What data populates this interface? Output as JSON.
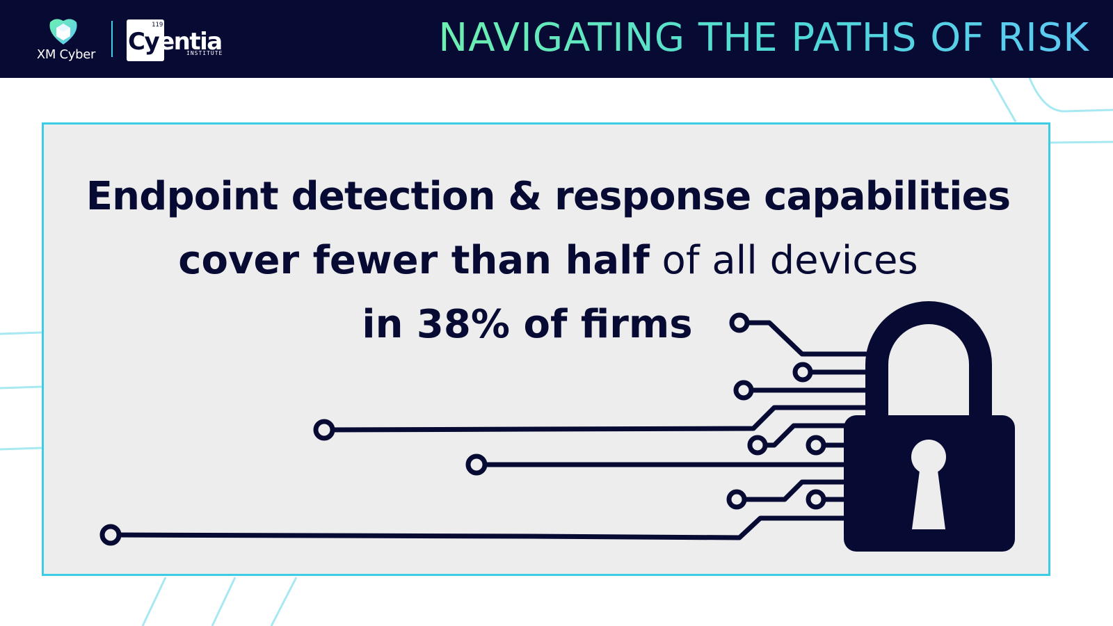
{
  "header": {
    "brand_primary": "XM Cyber",
    "brand_secondary_number": "119",
    "brand_secondary_name_part1": "Cy",
    "brand_secondary_name_part2": "entia",
    "brand_secondary_sub": "INSTITUTE",
    "title": "NAVIGATING THE PATHS OF RISK"
  },
  "statement": {
    "line1": "Endpoint detection & response capabilities",
    "line2_bold": "cover fewer than half",
    "line2_light": " of all devices",
    "line3": "in 38% of firms"
  },
  "colors": {
    "navy": "#070a33",
    "accent_cyan": "#3ccde5",
    "title_gradient_start": "#6df0b0",
    "title_gradient_end": "#5ec9f4",
    "card_background": "#ededed"
  },
  "icons": [
    "xm-cyber-logo-icon",
    "cyentia-logo-icon",
    "padlock-icon",
    "circuit-lines-icon"
  ]
}
